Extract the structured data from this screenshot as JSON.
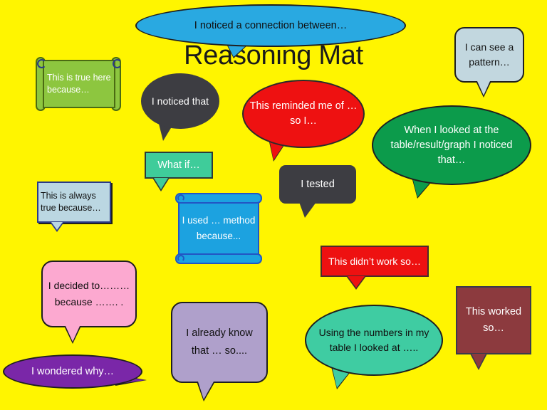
{
  "page": {
    "title": "Reasoning Mat",
    "background_color": "#FFF500"
  },
  "bubbles": [
    {
      "id": "connection",
      "text": "I noticed a connection between…",
      "shape": "ellipse",
      "fill": "#29A9E1",
      "stroke": "#1f1f1f",
      "text_color": "#101010"
    },
    {
      "id": "true-here",
      "text": "This is true here because…",
      "shape": "horizontal-scroll",
      "fill": "#8DC63F",
      "stroke": "#4b6b12",
      "text_color": "#ffffff"
    },
    {
      "id": "noticed",
      "text": "I noticed that",
      "shape": "ellipse",
      "fill": "#3D3D42",
      "stroke": "none",
      "text_color": "#ffffff"
    },
    {
      "id": "reminded",
      "text": "This reminded me of …so I…",
      "shape": "ellipse",
      "fill": "#EE1111",
      "stroke": "#2b2b2b",
      "text_color": "#ffffff"
    },
    {
      "id": "pattern",
      "text": "I can see a pattern…",
      "shape": "rounded-rect",
      "fill": "#C2D7DF",
      "stroke": "#1f1f1f",
      "text_color": "#101010"
    },
    {
      "id": "table-graph",
      "text": "When I looked at the table/result/graph I noticed that…",
      "shape": "ellipse",
      "fill": "#0C9B4B",
      "stroke": "#1f1f1f",
      "text_color": "#ffffff"
    },
    {
      "id": "what-if",
      "text": "What if…",
      "shape": "rect",
      "fill": "#3FCC9A",
      "stroke": "#2b3a3a",
      "text_color": "#ffffff"
    },
    {
      "id": "always-true",
      "text": "This is always true because…",
      "shape": "rect",
      "fill": "#BBD7E2",
      "stroke": "#2b3a86",
      "text_color": "#101010"
    },
    {
      "id": "method",
      "text": "I used … method because...",
      "shape": "vertical-scroll",
      "fill": "#1CA2E0",
      "stroke": "#2255c4",
      "text_color": "#ffffff"
    },
    {
      "id": "tested",
      "text": "I tested",
      "shape": "rounded-rect",
      "fill": "#3D3D42",
      "stroke": "none",
      "text_color": "#ffffff"
    },
    {
      "id": "didnt-work",
      "text": "This didn’t work so…",
      "shape": "rect",
      "fill": "#EE1111",
      "stroke": "#4a2b2b",
      "text_color": "#ffffff"
    },
    {
      "id": "decided",
      "text": "I decided to……… because ……. .",
      "shape": "rounded-rect",
      "fill": "#FCA9D0",
      "stroke": "#1f1f1f",
      "text_color": "#101010"
    },
    {
      "id": "wondered",
      "text": "I wondered why…",
      "shape": "ellipse",
      "fill": "#7A27A8",
      "stroke": "#1f1f1f",
      "text_color": "#ffffff"
    },
    {
      "id": "already-know",
      "text": "I already know that … so....",
      "shape": "rounded-rect",
      "fill": "#AFA0CB",
      "stroke": "#1f1f1f",
      "text_color": "#101010"
    },
    {
      "id": "using-numbers",
      "text": "Using the numbers in my table I looked at …..",
      "shape": "ellipse",
      "fill": "#3FCCA2",
      "stroke": "#1f1f1f",
      "text_color": "#101010"
    },
    {
      "id": "worked",
      "text": "This worked so…",
      "shape": "rect",
      "fill": "#8C3A3E",
      "stroke": "#3a3a4a",
      "text_color": "#ffffff"
    }
  ]
}
